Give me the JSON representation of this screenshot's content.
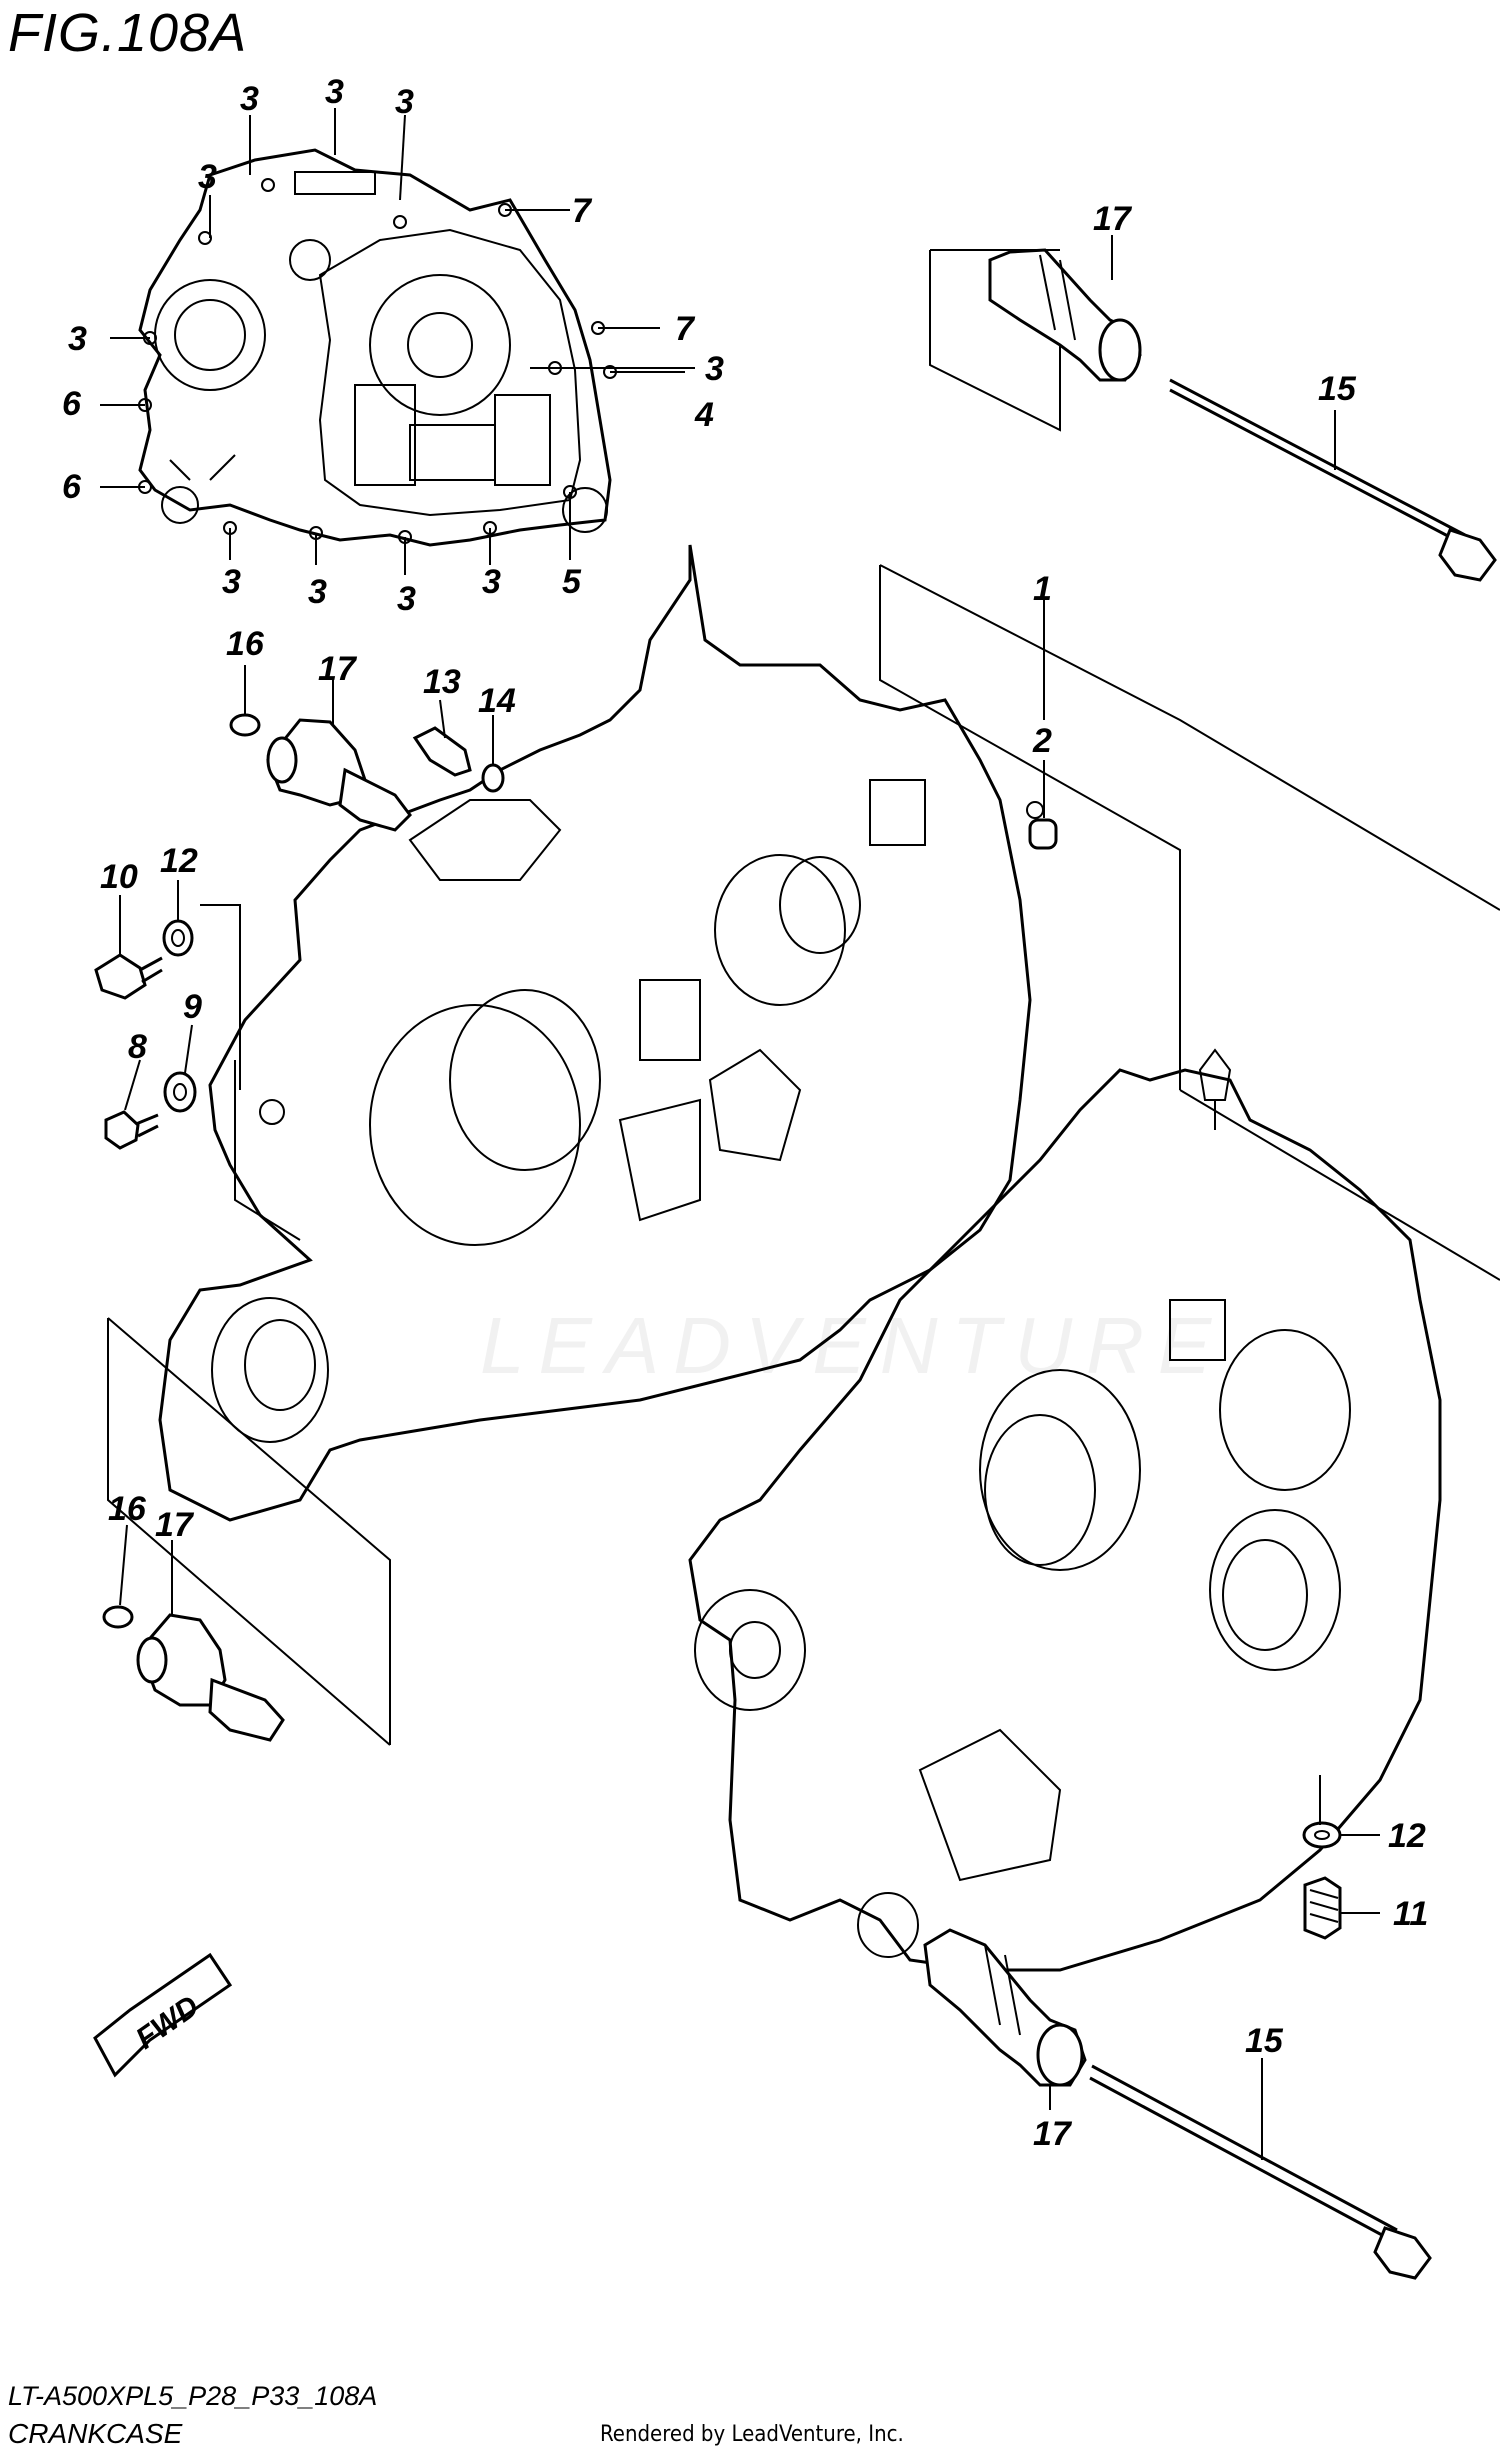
{
  "figure": {
    "title": "FIG.108A",
    "code": "LT-A500XPL5_P28_P33_108A",
    "name": "CRANKCASE",
    "rendered_by": "Rendered by LeadVenture, Inc.",
    "watermark": "LEADVENTURE",
    "fwd_label": "FWD"
  },
  "callouts": [
    {
      "id": "c3a",
      "label": "3"
    },
    {
      "id": "c3b",
      "label": "3"
    },
    {
      "id": "c3c",
      "label": "3"
    },
    {
      "id": "c3d",
      "label": "3"
    },
    {
      "id": "c7a",
      "label": "7"
    },
    {
      "id": "c7b",
      "label": "7"
    },
    {
      "id": "c3e",
      "label": "3"
    },
    {
      "id": "c3f",
      "label": "3"
    },
    {
      "id": "c4",
      "label": "4"
    },
    {
      "id": "c6a",
      "label": "6"
    },
    {
      "id": "c6b",
      "label": "6"
    },
    {
      "id": "c3g",
      "label": "3"
    },
    {
      "id": "c3h",
      "label": "3"
    },
    {
      "id": "c3i",
      "label": "3"
    },
    {
      "id": "c3j",
      "label": "3"
    },
    {
      "id": "c5",
      "label": "5"
    },
    {
      "id": "c17a",
      "label": "17"
    },
    {
      "id": "c15a",
      "label": "15"
    },
    {
      "id": "c1",
      "label": "1"
    },
    {
      "id": "c2",
      "label": "2"
    },
    {
      "id": "c16a",
      "label": "16"
    },
    {
      "id": "c17b",
      "label": "17"
    },
    {
      "id": "c13",
      "label": "13"
    },
    {
      "id": "c14",
      "label": "14"
    },
    {
      "id": "c10",
      "label": "10"
    },
    {
      "id": "c12a",
      "label": "12"
    },
    {
      "id": "c8",
      "label": "8"
    },
    {
      "id": "c9",
      "label": "9"
    },
    {
      "id": "c16b",
      "label": "16"
    },
    {
      "id": "c17c",
      "label": "17"
    },
    {
      "id": "c12b",
      "label": "12"
    },
    {
      "id": "c11",
      "label": "11"
    },
    {
      "id": "c15b",
      "label": "15"
    },
    {
      "id": "c17d",
      "label": "17"
    }
  ]
}
